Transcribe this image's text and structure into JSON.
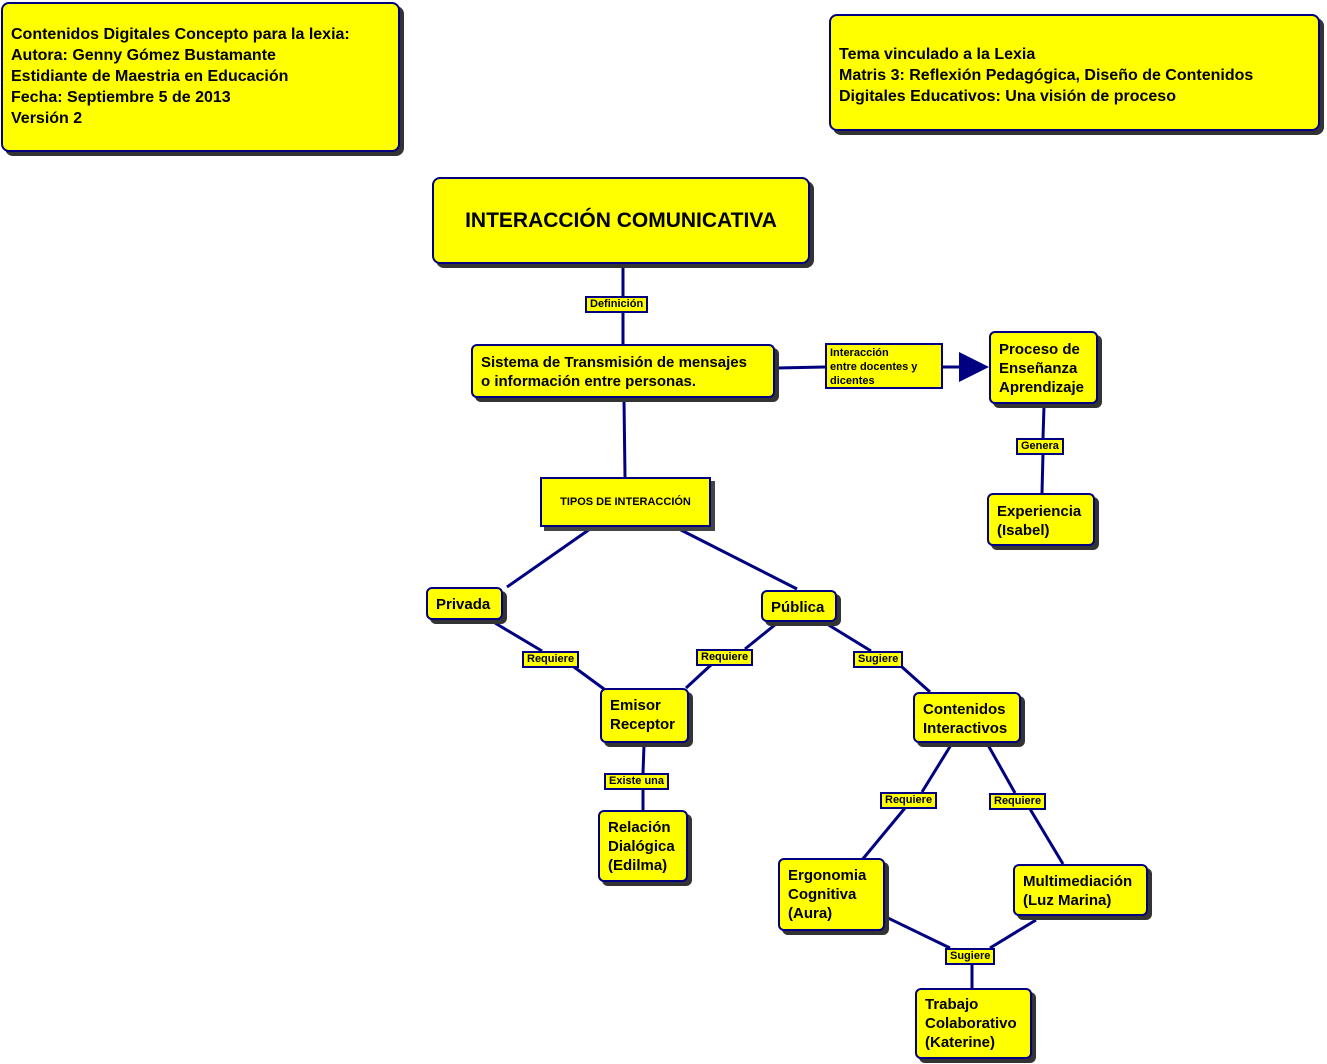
{
  "info_left": "Contenidos Digitales Concepto para la lexia:\nAutora: Genny Gómez Bustamante\nEstidiante de Maestria en Educación\nFecha: Septiembre 5 de 2013\nVersión 2",
  "info_right": "Tema vinculado a la Lexia\nMatris 3: Reflexión Pedagógica, Diseño de Contenidos\nDigitales Educativos: Una visión de proceso",
  "nodes": {
    "interaccion": "INTERACCIÓN COMUNICATIVA",
    "sistema": "Sistema de Transmisión de mensajes\no información entre personas.",
    "proceso": "Proceso de\nEnseñanza\nAprendizaje",
    "experiencia": "Experiencia\n(Isabel)",
    "tipos": "TIPOS DE INTERACCIÓN",
    "privada": "Privada",
    "publica": "Pública",
    "emisor": "Emisor\nReceptor",
    "relacion": "Relación\nDialógica\n(Edilma)",
    "contenidos": "Contenidos\nInteractivos",
    "ergonomia": "Ergonomia\nCognitiva\n(Aura)",
    "multimediacion": "Multimediación\n(Luz Marina)",
    "trabajo": "Trabajo\nColaborativo\n(Katerine)"
  },
  "links": {
    "definicion": "Definición",
    "interaccion_docentes": "Interacción\nentre docentes y\ndicentes",
    "genera": "Genera",
    "requiere_privada": "Requiere",
    "requiere_publica": "Requiere",
    "sugiere_publica": "Sugiere",
    "existe_una": "Existe una",
    "requiere_ergonomia": "Requiere",
    "requiere_multimediacion": "Requiere",
    "sugiere_trabajo": "Sugiere"
  },
  "colors": {
    "node_fill": "#ffff00",
    "border": "#000080",
    "line": "#000080",
    "shadow": "#333333"
  }
}
